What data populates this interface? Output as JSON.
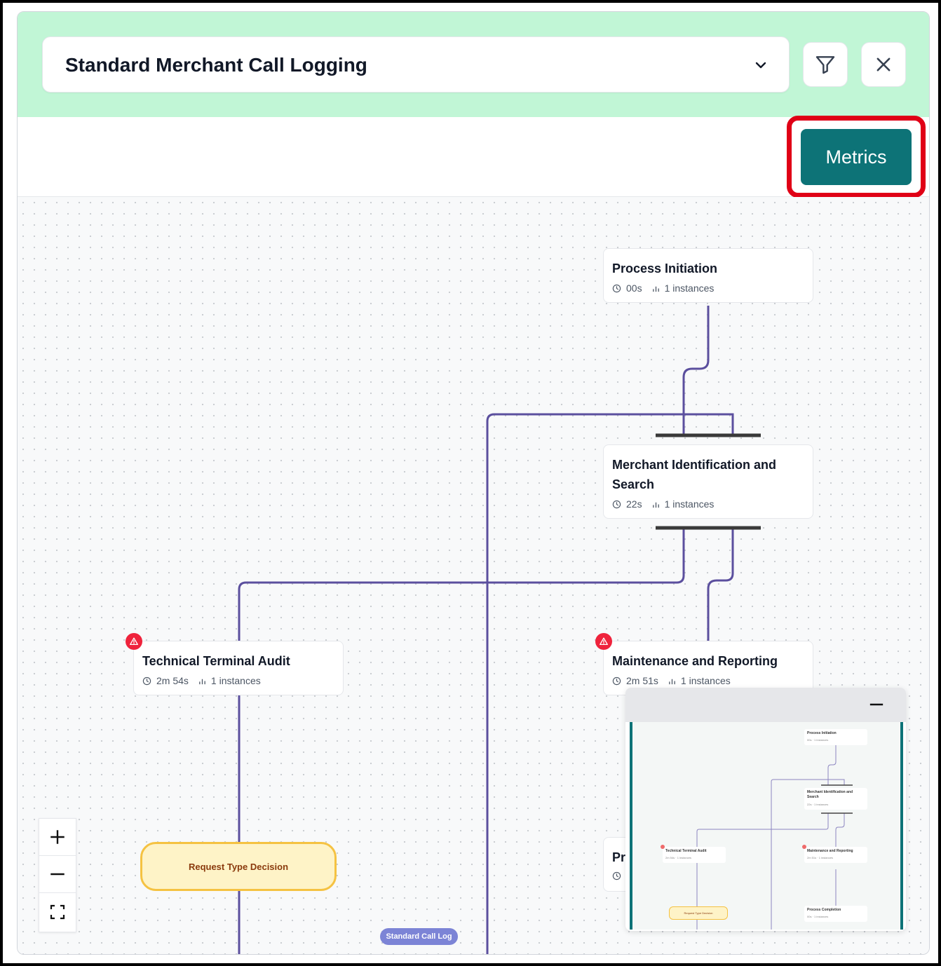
{
  "header": {
    "process_select_value": "Standard Merchant Call Logging",
    "filter_icon": "filter-icon",
    "close_icon": "close-icon"
  },
  "toolbar": {
    "metrics_label": "Metrics"
  },
  "diagram": {
    "nodes": [
      {
        "title": "Process Initiation",
        "duration": "00s",
        "instances": "1 instances",
        "warning": false
      },
      {
        "title": "Merchant Identification and",
        "title_line2": "Search",
        "duration": "22s",
        "instances": "1 instances",
        "warning": false
      },
      {
        "title": "Technical Terminal Audit",
        "duration": "2m 54s",
        "instances": "1 instances",
        "warning": true
      },
      {
        "title": "Maintenance and Reporting",
        "duration": "2m 51s",
        "instances": "1 instances",
        "warning": true
      },
      {
        "title": "Pr",
        "duration": "",
        "instances": "",
        "warning": false
      }
    ],
    "decision_label": "Request Type Decision",
    "lane_label": "Standard Call Log"
  },
  "zoom_controls": {
    "zoom_in_icon": "plus-icon",
    "zoom_out_icon": "minus-icon",
    "fit_view_icon": "fit-view-icon"
  },
  "minimap": {
    "collapse_icon": "minus-icon",
    "nodes": [
      {
        "title": "Process Initiation",
        "duration": "00s",
        "instances": "1 instances"
      },
      {
        "title": "Merchant Identification and",
        "title_line2": "Search",
        "duration": "22s",
        "instances": "1 instances"
      },
      {
        "title": "Technical Terminal Audit",
        "duration": "2m 54s",
        "instances": "1 instances"
      },
      {
        "title": "Maintenance and Reporting",
        "duration": "2m 51s",
        "instances": "1 instances"
      },
      {
        "title": "Process Completion",
        "duration": "00s",
        "instances": "1 instances"
      }
    ],
    "decision_label": "Request Type Decision"
  },
  "colors": {
    "header_bg": "#c1f6d6",
    "accent": "#0d7377",
    "edge": "#5b4f9e",
    "highlight": "#e00016",
    "warning": "#ef233c"
  }
}
